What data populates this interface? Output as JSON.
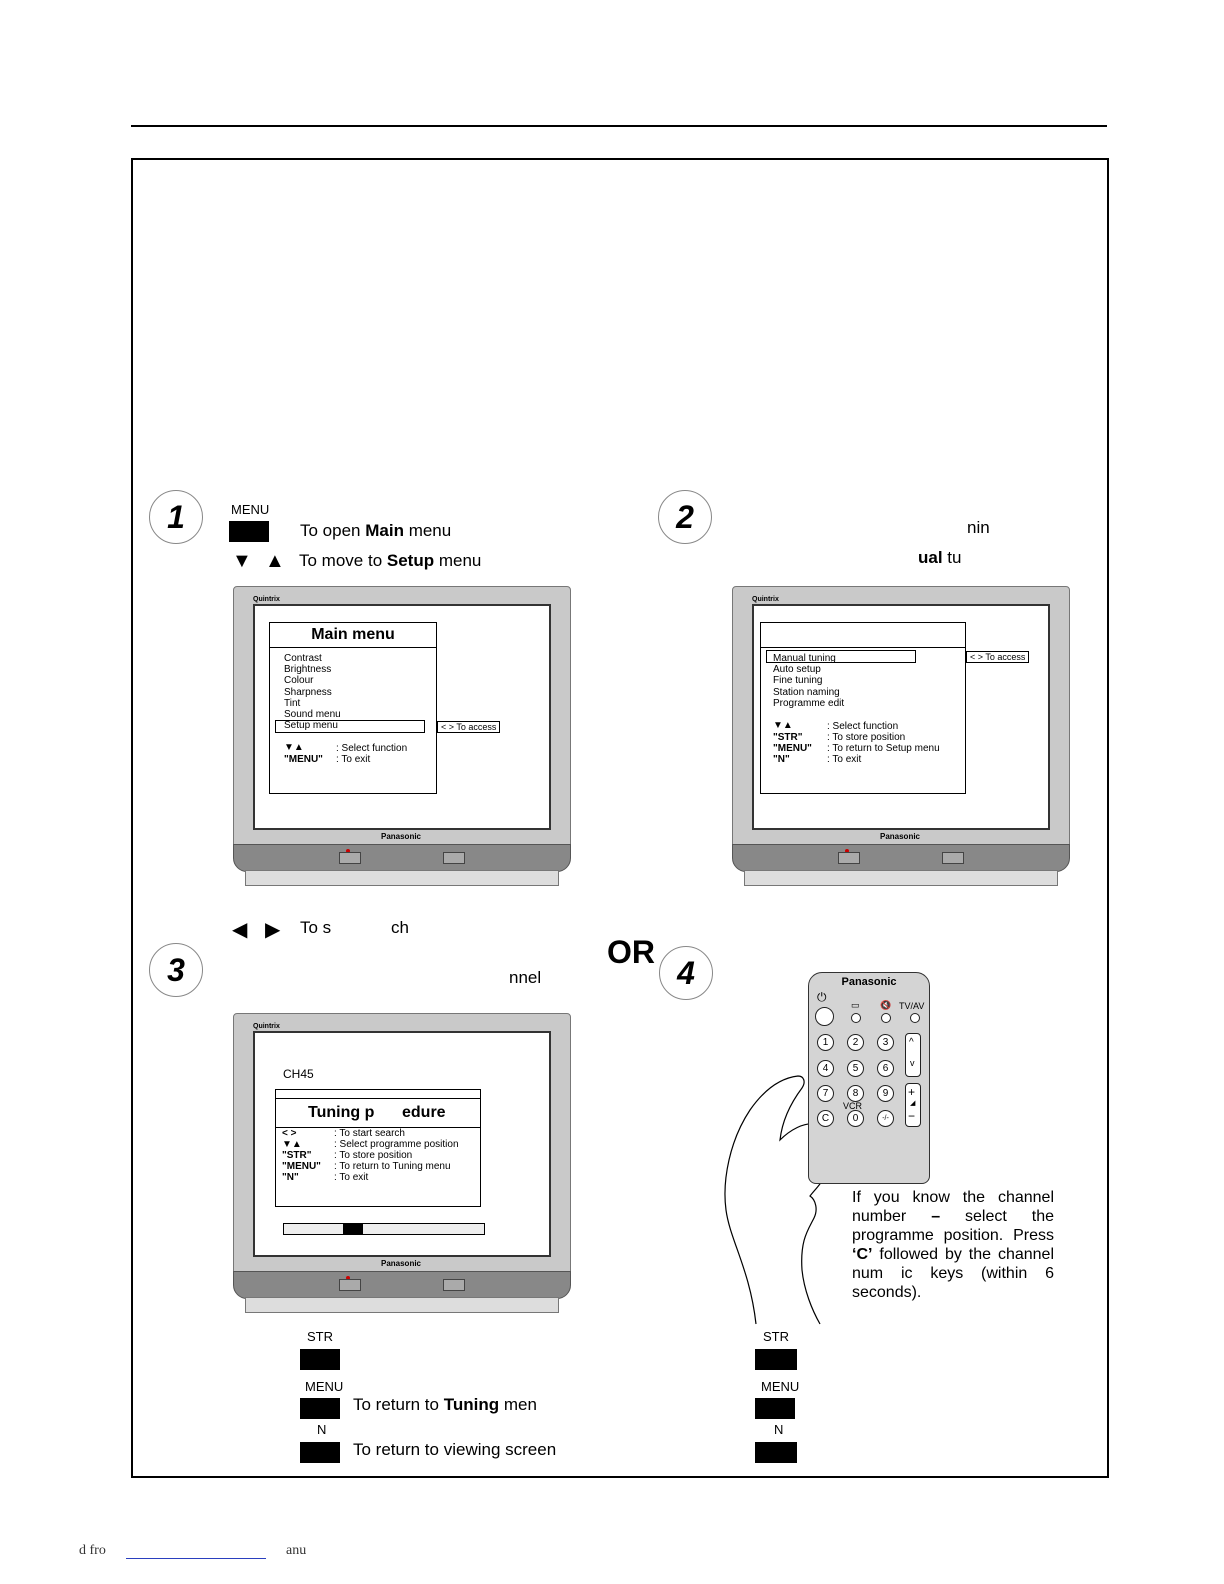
{
  "step1": {
    "num": "1",
    "menu_key": "MENU",
    "open_pre": "To open ",
    "open_bold": "Main",
    "open_post": " menu",
    "move_pre": "To move to ",
    "move_bold": "Setup",
    "move_post": " menu",
    "tv": {
      "brand_top": "Quintrix",
      "brand": "Panasonic",
      "title": "Main menu",
      "items": [
        "Contrast",
        "Brightness",
        "Colour",
        "Sharpness",
        "Tint",
        "Sound menu",
        "Setup menu"
      ],
      "access": "< > To access",
      "hints": [
        {
          "key": "▼▲",
          "desc": ": Select function"
        },
        {
          "key": "\"MENU\"",
          "desc": ": To exit"
        }
      ]
    }
  },
  "step2": {
    "num": "2",
    "frag1": "nin",
    "frag2_bold": "ual",
    "frag2_post": " tu",
    "tv": {
      "brand_top": "Quintrix",
      "brand": "Panasonic",
      "items": [
        "Manual tuning",
        "Auto setup",
        "Fine tuning",
        "Station naming",
        "Programme edit"
      ],
      "access": "< > To access",
      "hints": [
        {
          "key": "▼▲",
          "desc": ": Select function"
        },
        {
          "key": "\"STR\"",
          "desc": ": To store position"
        },
        {
          "key": "\"MENU\"",
          "desc": ": To return to Setup menu"
        },
        {
          "key": "\"N\"",
          "desc": ": To exit"
        }
      ]
    }
  },
  "step3": {
    "num": "3",
    "search_text": "To s",
    "search_frag": "ch",
    "channel_frag": "nnel",
    "tv": {
      "brand_top": "Quintrix",
      "brand": "Panasonic",
      "channel": "CH45",
      "title_a": "Tuning p",
      "title_b": "edure",
      "hints": [
        {
          "key": "< >",
          "desc": ": To start search"
        },
        {
          "key": "▼▲",
          "desc": ": Select programme position"
        },
        {
          "key": "\"STR\"",
          "desc": ": To store position"
        },
        {
          "key": "\"MENU\"",
          "desc": ": To return to Tuning menu"
        },
        {
          "key": "\"N\"",
          "desc": ": To exit"
        }
      ],
      "progress": 0.33
    },
    "keys": {
      "str": "STR",
      "menu": "MENU",
      "n": "N",
      "return_pre": "To return to ",
      "return_bold": "Tuning",
      "return_post": " men",
      "viewing": "To return to viewing screen"
    }
  },
  "or_label": "OR",
  "step4": {
    "num": "4",
    "remote": {
      "brand": "Panasonic",
      "tvav": "TV/AV",
      "vcr": "VCR",
      "digits": [
        "1",
        "2",
        "3",
        "4",
        "5",
        "6",
        "7",
        "8",
        "9",
        "C",
        "0",
        "-/-"
      ],
      "up": "^",
      "down": "v",
      "plus": "+",
      "minus": "−"
    },
    "p1": "If you know the channel number ",
    "dash": "–",
    "p2": " select the programme position. Press ",
    "c_bold": "‘C’",
    "p3": " followed by the channel num",
    "p4": "ic keys (within 6 seconds).",
    "keys": {
      "str": "STR",
      "menu": "MENU",
      "n": "N"
    }
  },
  "footer": {
    "left": "d fro",
    "right": "anu"
  }
}
